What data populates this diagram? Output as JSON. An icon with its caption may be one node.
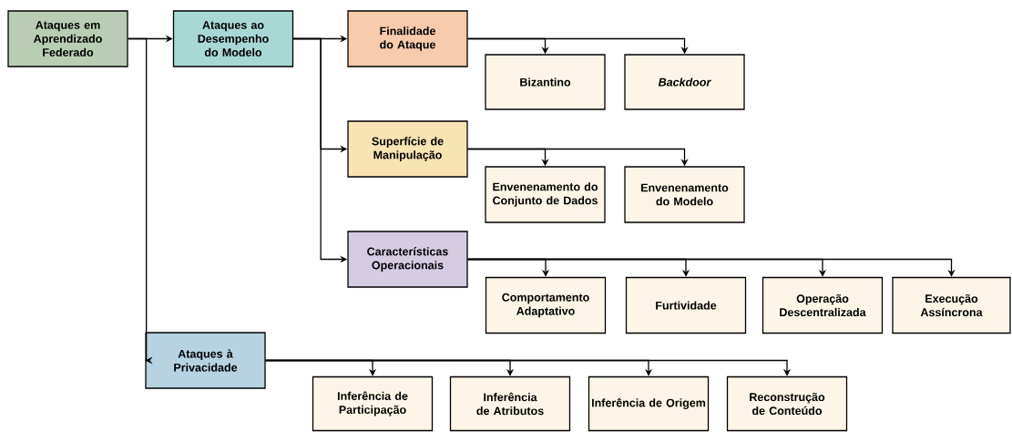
{
  "diagram": {
    "nodes": [
      {
        "text": [
          "Ataques em Aprendizado Federado"
        ]
      },
      {
        "text": [
          "Ataques ao Desempenho do Modelo"
        ]
      },
      {
        "text": [
          "Finalidade do Ataque"
        ]
      },
      {
        "text": [
          "Bizantino"
        ]
      },
      {
        "text": [
          "Backdoor"
        ]
      },
      {
        "text": [
          "Superfície de Manipulação"
        ]
      },
      {
        "text": [
          "Envenenamento do Conjunto de Dados"
        ]
      },
      {
        "text": [
          "Envenenamento do Modelo"
        ]
      },
      {
        "text": [
          "Características Operacionais"
        ]
      },
      {
        "text": [
          "Comportamento Adaptativo"
        ]
      },
      {
        "text": [
          "Furtividade"
        ]
      },
      {
        "text": [
          "Operação Descentralizada"
        ]
      },
      {
        "text": [
          "Execução Assíncrona"
        ]
      },
      {
        "text": [
          "Ataques à Privacidade"
        ]
      },
      {
        "text": [
          "Inferência de Participação"
        ]
      },
      {
        "text": [
          "Inferência de Atributos"
        ]
      },
      {
        "text": [
          "Inferência de Origem"
        ]
      },
      {
        "text": [
          "Reconstrução de Conteúdo"
        ]
      }
    ],
    "edges": [
      {
        "from": 0,
        "to": 1,
        "arrow": "to"
      },
      {
        "from": 0,
        "to": 13,
        "arrow": "to"
      },
      {
        "from": 1,
        "to": 2,
        "arrow": "to"
      },
      {
        "from": 1,
        "to": 5,
        "arrow": "to"
      },
      {
        "from": 1,
        "to": 8,
        "arrow": "to"
      },
      {
        "from": 2,
        "to": 3,
        "arrow": "to"
      },
      {
        "from": 2,
        "to": 4,
        "arrow": "to"
      },
      {
        "from": 5,
        "to": 6,
        "arrow": "to"
      },
      {
        "from": 5,
        "to": 7,
        "arrow": "to"
      },
      {
        "from": 8,
        "to": 9,
        "arrow": "to"
      },
      {
        "from": 8,
        "to": 10,
        "arrow": "to"
      },
      {
        "from": 8,
        "to": 11,
        "arrow": "to"
      },
      {
        "from": 8,
        "to": 12,
        "arrow": "to"
      },
      {
        "from": 13,
        "to": 14,
        "arrow": "to"
      },
      {
        "from": 13,
        "to": 15,
        "arrow": "to"
      },
      {
        "from": 13,
        "to": 16,
        "arrow": "to"
      },
      {
        "from": 13,
        "to": 17,
        "arrow": "to"
      }
    ]
  }
}
